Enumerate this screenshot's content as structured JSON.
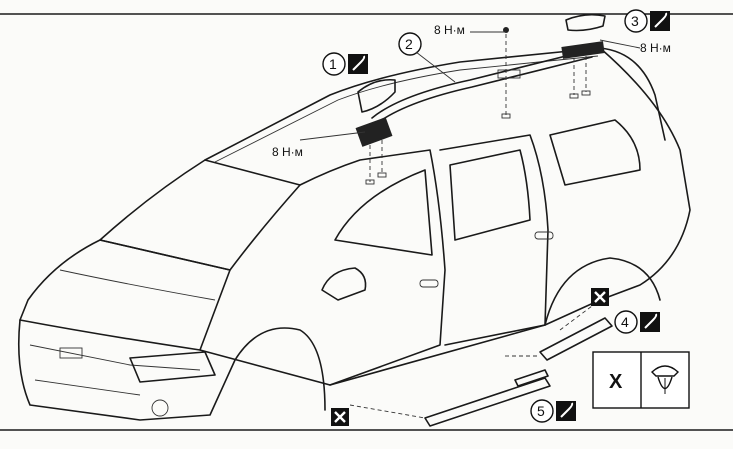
{
  "torque_labels": [
    "8 Н·м",
    "8 Н·м",
    "8 Н·м"
  ],
  "callouts": [
    "1",
    "2",
    "3",
    "4",
    "5"
  ],
  "legend": {
    "symbol": "X"
  },
  "icons": [
    "wrench-icon",
    "cross-box-icon",
    "clip-fastener-icon"
  ],
  "colors": {
    "line": "#1a1a1a",
    "icon_fill": "#111111"
  }
}
